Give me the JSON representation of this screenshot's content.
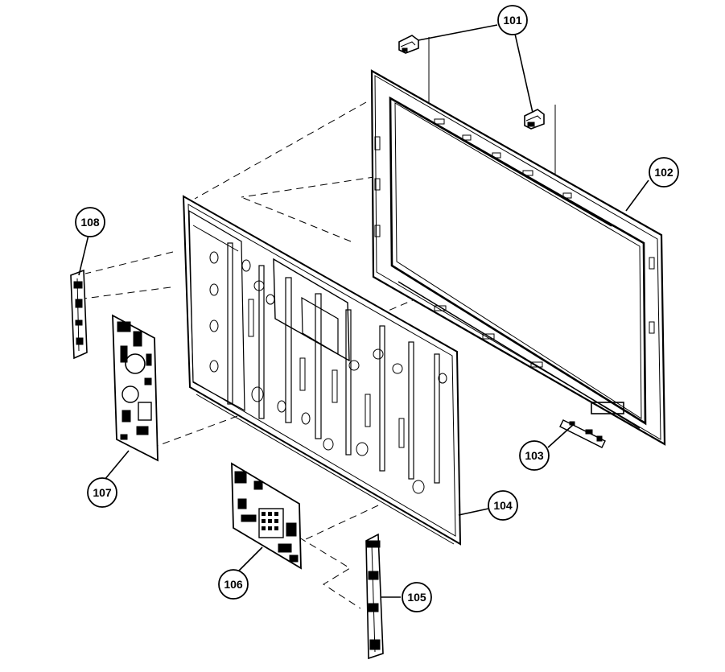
{
  "diagram": {
    "callouts": {
      "c101": "101",
      "c102": "102",
      "c103": "103",
      "c104": "104",
      "c105": "105",
      "c106": "106",
      "c107": "107",
      "c108": "108"
    },
    "colors": {
      "ink": "#000000",
      "paper": "#ffffff"
    }
  }
}
